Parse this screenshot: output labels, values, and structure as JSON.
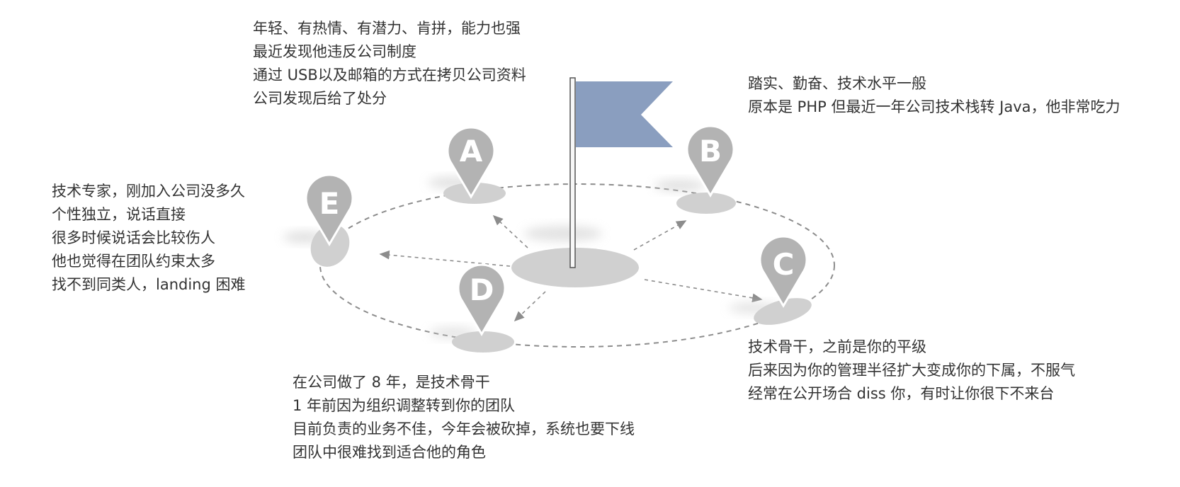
{
  "colors": {
    "flag": "#8a9ebf",
    "pin": "#b3b3b3",
    "ground": "#d0d0d0",
    "dashed": "#8c8c8c",
    "text": "#333333"
  },
  "pins": {
    "a": "A",
    "b": "B",
    "c": "C",
    "d": "D",
    "e": "E"
  },
  "descriptions": {
    "a": [
      "年轻、有热情、有潜力、肯拼，能力也强",
      "最近发现他违反公司制度",
      "通过 USB以及邮箱的方式在拷贝公司资料",
      "公司发现后给了处分"
    ],
    "b": [
      "踏实、勤奋、技术水平一般",
      "原本是 PHP 但最近一年公司技术栈转 Java，他非常吃力"
    ],
    "c": [
      "技术骨干，之前是你的平级",
      "后来因为你的管理半径扩大变成你的下属，不服气",
      "经常在公开场合 diss 你，有时让你很下不来台"
    ],
    "d": [
      "在公司做了 8 年，是技术骨干",
      "1 年前因为组织调整转到你的团队",
      "目前负责的业务不佳，今年会被砍掉，系统也要下线",
      "团队中很难找到适合他的角色"
    ],
    "e": [
      "技术专家，刚加入公司没多久",
      "个性独立，说话直接",
      "很多时候说话会比较伤人",
      "他也觉得在团队约束太多",
      "找不到同类人，landing 困难"
    ]
  }
}
